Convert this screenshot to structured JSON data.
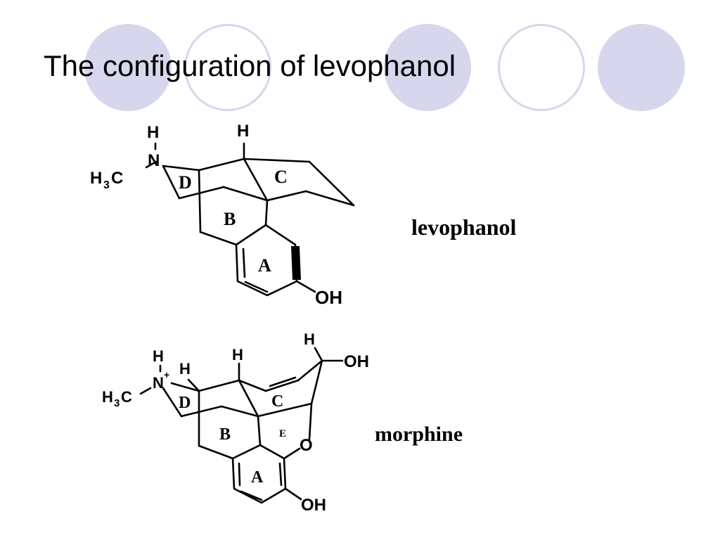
{
  "slide": {
    "title": "The configuration of levophanol",
    "colors": {
      "decor_fill": "#d6d6ec",
      "text": "#000000"
    }
  },
  "levophanol": {
    "name": "levophanol",
    "atoms": {
      "n": "N",
      "h_on_n": "H",
      "h3c": "H",
      "h3c_sub": "3",
      "h3c_c": "C",
      "bridge_h": "H",
      "oh": "OH"
    },
    "rings": {
      "a": "A",
      "b": "B",
      "c": "C",
      "d": "D"
    }
  },
  "morphine": {
    "name": "morphine",
    "atoms": {
      "n": "N",
      "charge": "+",
      "h_on_n": "H",
      "h_on_c9": "H",
      "h3c": "H",
      "h3c_sub": "3",
      "h3c_c": "C",
      "bridge_h": "H",
      "h_c6": "H",
      "oh_c6": "OH",
      "o_ether": "O",
      "oh_phenol": "OH"
    },
    "rings": {
      "a": "A",
      "b": "B",
      "c": "C",
      "d": "D",
      "e": "E"
    }
  }
}
